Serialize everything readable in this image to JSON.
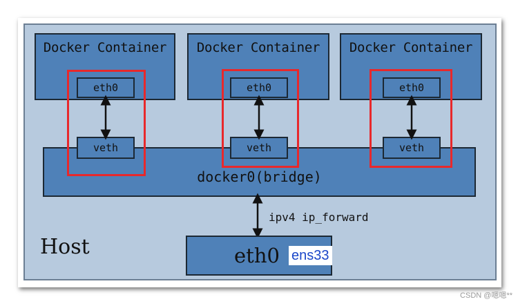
{
  "containers": [
    {
      "title": "Docker Container",
      "eth": "eth0",
      "veth": "veth"
    },
    {
      "title": "Docker Container",
      "eth": "eth0",
      "veth": "veth"
    },
    {
      "title": "Docker Container",
      "eth": "eth0",
      "veth": "veth"
    }
  ],
  "bridge": {
    "label": "docker0(bridge)"
  },
  "host": {
    "label": "Host",
    "eth_label": "eth0",
    "ens_label": "ens33"
  },
  "link_label": "ipv4 ip_forward",
  "watermark": "CSDN @嗯嗯**",
  "colors": {
    "box_fill": "#4f81b8",
    "host_fill": "#b7cade",
    "highlight": "#e8282b",
    "ens_text": "#1a46c9"
  }
}
